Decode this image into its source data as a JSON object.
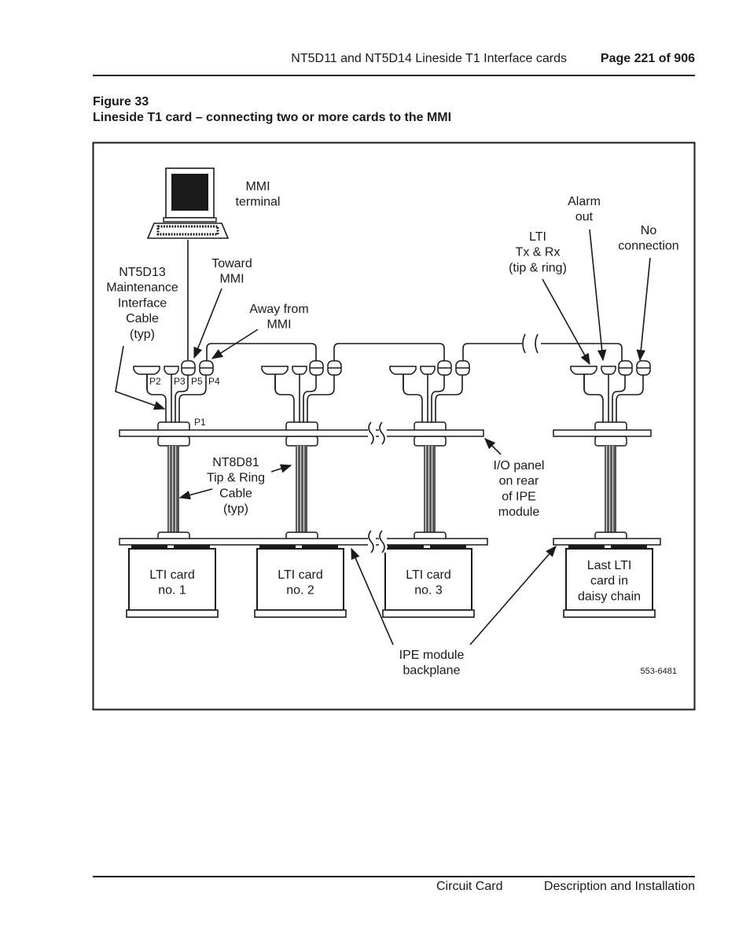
{
  "header": {
    "doc_title": "NT5D11 and NT5D14 Lineside T1 Interface cards",
    "page": "Page 221 of 906"
  },
  "figure": {
    "number": "Figure 33",
    "caption": "Lineside T1 card – connecting two or more cards to the MMI"
  },
  "diagram": {
    "mmi_terminal": [
      "MMI",
      "terminal"
    ],
    "toward_mmi": [
      "Toward",
      "MMI"
    ],
    "away_from_mmi": [
      "Away from",
      "MMI"
    ],
    "nt5d13": [
      "NT5D13",
      "Maintenance",
      "Interface",
      "Cable",
      "(typ)"
    ],
    "ports": {
      "p2": "P2",
      "p3": "P3",
      "p5": "P5",
      "p4": "P4",
      "p1": "P1"
    },
    "nt8d81": [
      "NT8D81",
      "Tip & Ring",
      "Cable",
      "(typ)"
    ],
    "lti_txrx": [
      "LTI",
      "Tx & Rx",
      "(tip & ring)"
    ],
    "alarm_out": [
      "Alarm",
      "out"
    ],
    "no_connection": [
      "No",
      "connection"
    ],
    "io_panel": [
      "I/O panel",
      "on rear",
      "of IPE",
      "module"
    ],
    "cards": [
      [
        "LTI card",
        "no. 1"
      ],
      [
        "LTI card",
        "no. 2"
      ],
      [
        "LTI card",
        "no. 3"
      ],
      [
        "Last LTI",
        "card in",
        "daisy chain"
      ]
    ],
    "backplane": [
      "IPE module",
      "backplane"
    ],
    "figure_id": "553-6481"
  },
  "footer": {
    "left": "Circuit Card",
    "right": "Description and Installation"
  }
}
